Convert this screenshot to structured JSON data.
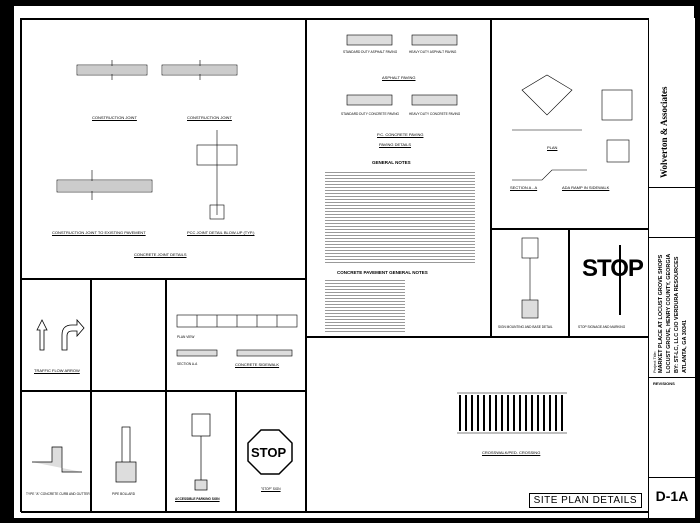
{
  "details": {
    "construction_joint": "CONSTRUCTION JOINT",
    "construction_joint_2": "CONSTRUCTION JOINT",
    "construction_joint_existing": "CONSTRUCTION JOINT TO EXISTING PAVEMENT",
    "pcc_joint_blowup": "PCC JOINT DETAIL BLOW-UP (TYP.)",
    "concrete_joint_details": "CONCRETE JOINT DETAILS",
    "standard_duty_asphalt": "STANDARD DUTY ASPHALT PAVING",
    "heavy_duty_asphalt": "HEAVY DUTY ASPHALT PAVING",
    "asphalt_paving": "ASPHALT PAVING",
    "standard_duty_concrete": "STANDARD DUTY CONCRETE PAVING",
    "heavy_duty_concrete": "HEAVY DUTY CONCRETE PAVING",
    "pcc_concrete_paving": "P.C. CONCRETE PAVING",
    "paving_details": "PAVING DETAILS",
    "general_notes": "GENERAL NOTES",
    "concrete_pavement_notes": "CONCRETE PAVEMENT GENERAL NOTES",
    "plan": "PLAN",
    "section_aa": "SECTION A - A",
    "ada_ramp": "ADA RAMP IN SIDEWALK",
    "sign_mounting": "SIGN MOUNTING AND BASE DETAIL",
    "stop_signage": "STOP SIGNAGE AND MARKING",
    "stop_text": "STOP",
    "traffic_flow_arrow": "TRAFFIC FLOW ARROW",
    "concrete_sidewalk": "CONCRETE SIDEWALK",
    "section_aa2": "SECTION A-A",
    "plan2": "PLAN VIEW",
    "type_a_curb": "TYPE \"A\" CONCRETE CURB AND GUTTER",
    "pipe_bollard": "PIPE BOLLARD",
    "accessible_parking": "ACCESSIBLE PARKING SIGN",
    "stop_sign": "\"STOP\" SIGN",
    "crosswalk": "CROSSWALK/PED. CROSSING",
    "site_plan_details": "SITE PLAN DETAILS"
  },
  "title_block": {
    "firm": "Wolverton & Associates",
    "project_title_label": "Project Title:",
    "project_line1": "MARKET PLACE AT LOCUST GROVE SHOPS",
    "project_line2": "LOCUST GROVE, HENRY COUNTY, GEORGIA",
    "project_line3": "BY: ST-LC, LLC C/O VERDURA RESOURCES",
    "project_line4": "ATLANTA, GA 30341",
    "revisions": "REVISIONS",
    "sheet_number": "D-1A"
  }
}
